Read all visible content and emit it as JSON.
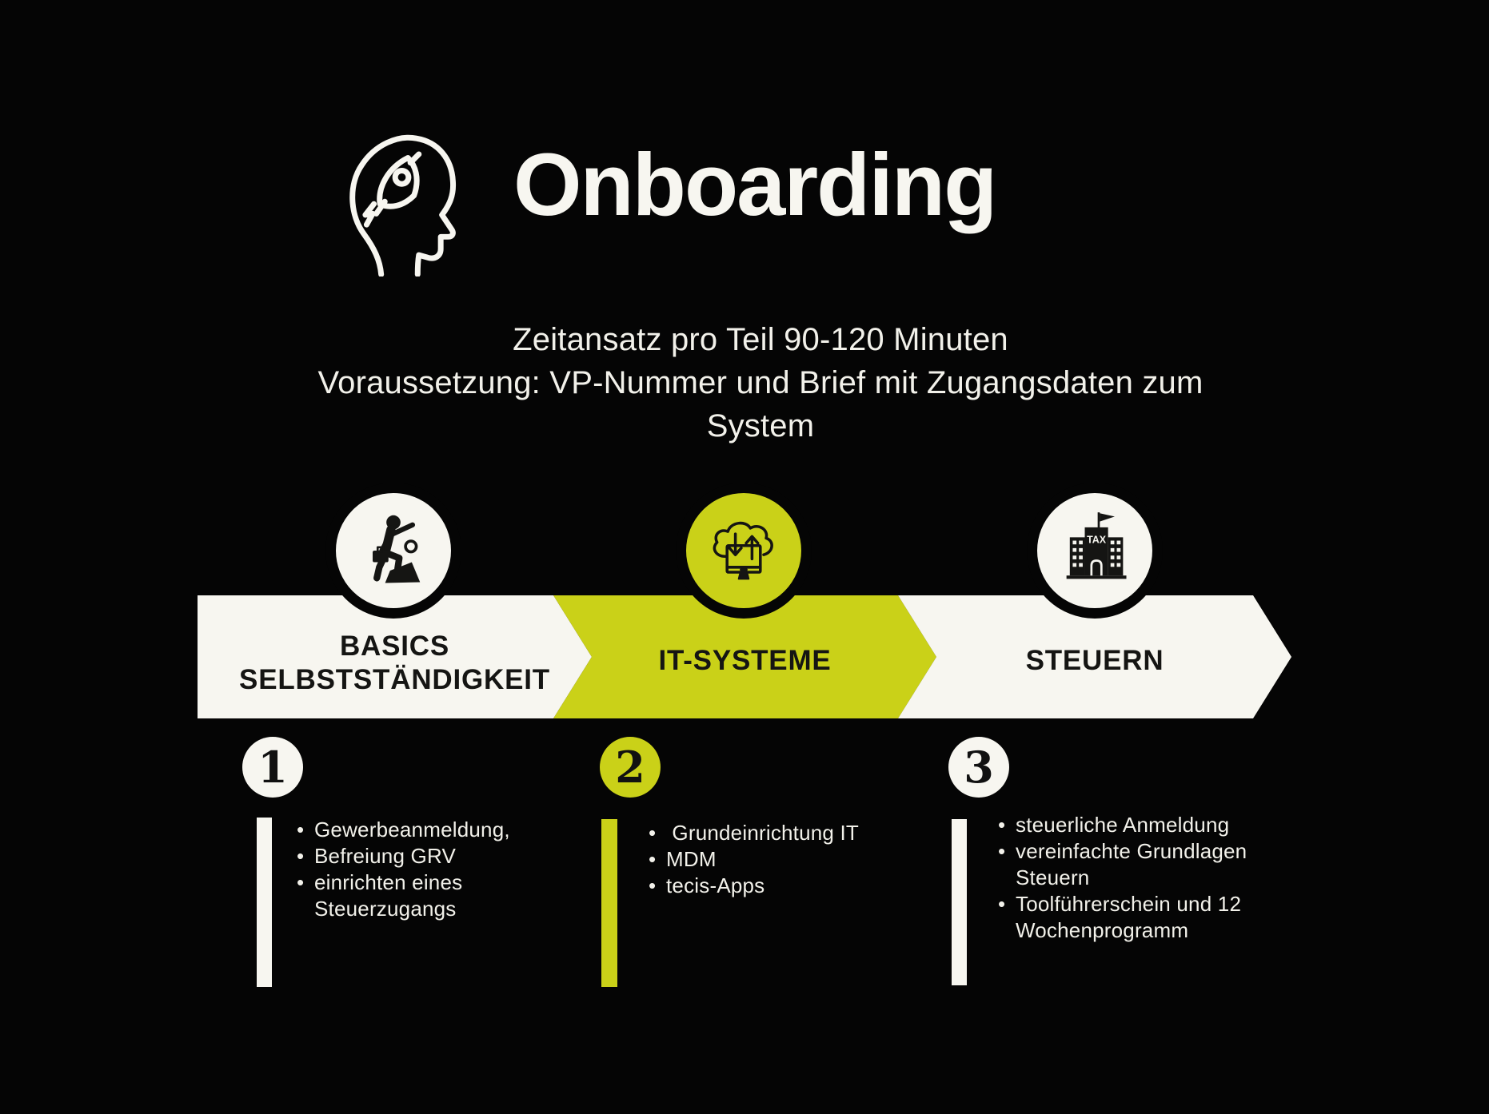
{
  "header": {
    "title": "Onboarding",
    "subtitle_line1": "Zeitansatz pro Teil 90-120 Minuten",
    "subtitle_line2": "Voraussetzung: VP-Nummer und Brief mit Zugangsdaten zum System"
  },
  "colors": {
    "background": "#050505",
    "offwhite": "#f7f6f0",
    "accent": "#cad118",
    "label_ink": "#151513"
  },
  "icons": {
    "header_icon": "head-with-rocket-icon",
    "step1_icon": "businessman-climbing-icon",
    "step2_icon": "cloud-sync-monitor-icon",
    "step3_icon": "tax-building-icon"
  },
  "steps": [
    {
      "number": "1",
      "label_line1": "BASICS",
      "label_line2": "SELBSTSTÄNDIGKEIT",
      "accent": false,
      "items": [
        "Gewerbeanmeldung,",
        "Befreiung GRV",
        "einrichten eines Steuerzugangs"
      ]
    },
    {
      "number": "2",
      "label_line1": "IT-SYSTEME",
      "label_line2": "",
      "accent": true,
      "items": [
        " Grundeinrichtung IT",
        "MDM",
        "tecis-Apps"
      ]
    },
    {
      "number": "3",
      "label_line1": "STEUERN",
      "label_line2": "",
      "accent": false,
      "tax_sign": "TAX",
      "items": [
        "steuerliche Anmeldung",
        "vereinfachte Grundlagen Steuern",
        "Toolführerschein und 12 Wochenprogramm"
      ]
    }
  ]
}
